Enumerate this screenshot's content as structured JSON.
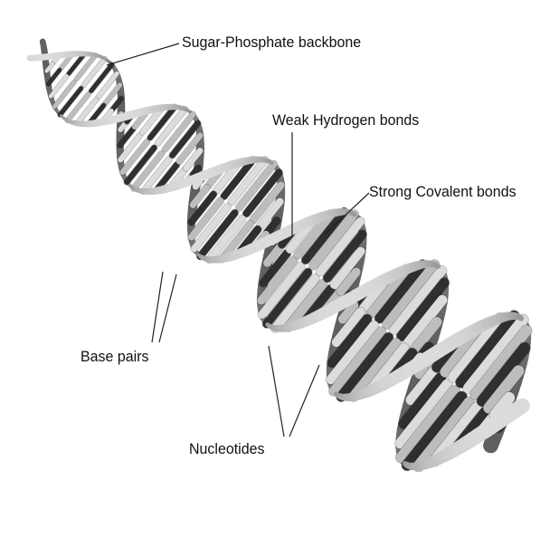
{
  "labels": {
    "backbone": "Sugar-Phosphate backbone",
    "hydrogen": "Weak Hydrogen bonds",
    "covalent": "Strong Covalent bonds",
    "base_pairs": "Base pairs",
    "nucleotides": "Nucleotides"
  },
  "colors": {
    "ribbon_light": "#cfcfcf",
    "ribbon_mid": "#8c8c8c",
    "ribbon_dark": "#3a3a3a",
    "base_light": "#e8e8e8",
    "base_dark": "#2a2a2a",
    "leader_line": "#222222",
    "background": "#ffffff"
  }
}
